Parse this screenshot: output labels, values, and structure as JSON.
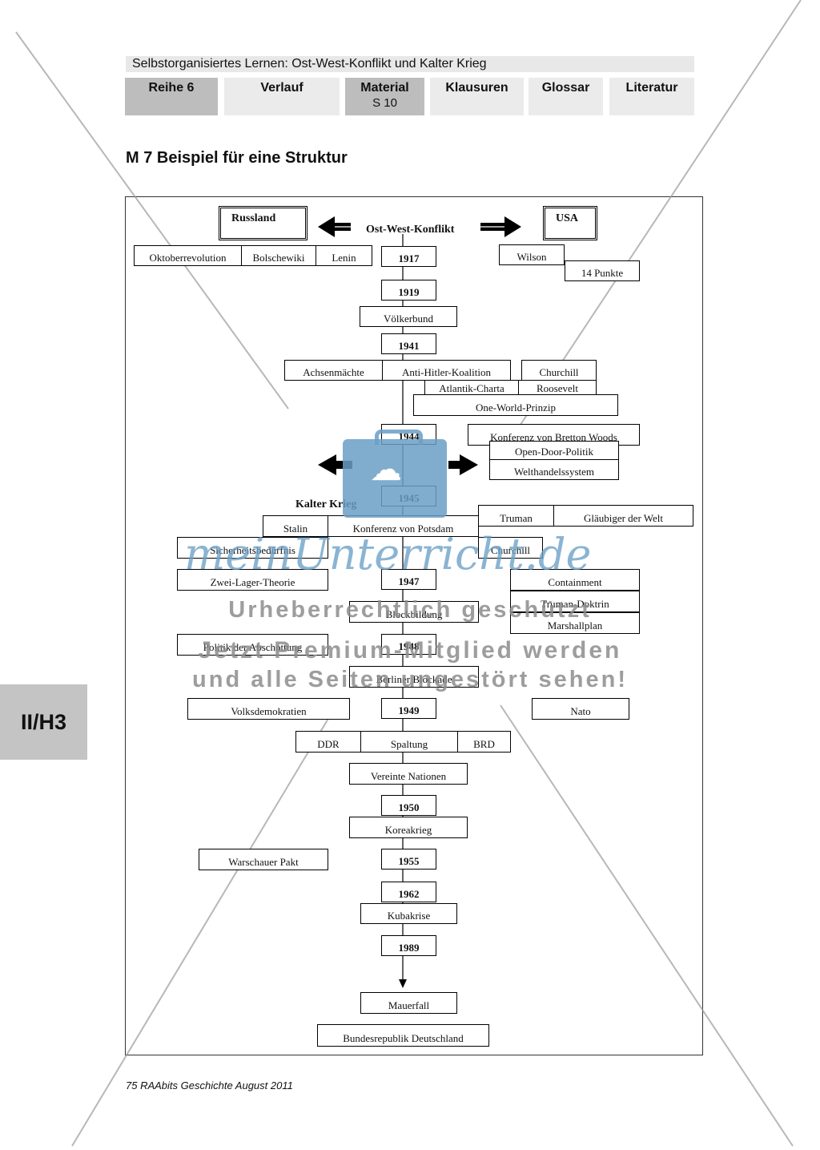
{
  "header": {
    "title": "Selbstorganisiertes Lernen: Ost-West-Konflikt und Kalter Krieg"
  },
  "tabs": [
    {
      "label": "Reihe 6",
      "sub": ""
    },
    {
      "label": "Verlauf",
      "sub": ""
    },
    {
      "label": "Material",
      "sub": "S 10"
    },
    {
      "label": "Klausuren",
      "sub": ""
    },
    {
      "label": "Glossar",
      "sub": ""
    },
    {
      "label": "Literatur",
      "sub": ""
    }
  ],
  "heading": "M 7 Beispiel für eine Struktur",
  "sidebar_tag": "II/H3",
  "footer": "75 RAAbits Geschichte August 2011",
  "diagram": {
    "russland": "Russland",
    "usa": "USA",
    "title_top": "Ost-West-Konflikt",
    "oktoberrevolution": "Oktoberrevolution",
    "bolschewiki": "Bolschewiki",
    "lenin": "Lenin",
    "y1917": "1917",
    "wilson": "Wilson",
    "punkte": "14 Punkte",
    "y1919": "1919",
    "voelkerbund": "Völkerbund",
    "y1941": "1941",
    "achsenmaechte": "Achsenmächte",
    "antihitler": "Anti-Hitler-Koalition",
    "churchill1": "Churchill",
    "atlantik": "Atlantik-Charta",
    "roosevelt": "Roosevelt",
    "oneworld": "One-World-Prinzip",
    "y1944": "1944",
    "bretton": "Konferenz von Bretton Woods",
    "opendoor": "Open-Door-Politik",
    "welthandel": "Welthandelssystem",
    "y1945": "1945",
    "kalterkrieg": "Kalter Krieg",
    "truman": "Truman",
    "glaeubiger": "Gläubiger der Welt",
    "stalin": "Stalin",
    "potsdam": "Konferenz von Potsdam",
    "sicherheit": "Sicherheitsbedürfnis",
    "churchill2": "Churchill",
    "zweilager": "Zwei-Lager-Theorie",
    "y1947": "1947",
    "containment": "Containment",
    "blockbildung": "Blockbildung",
    "trumandoktrin": "Truman-Doktrin",
    "marshall": "Marshallplan",
    "abschottung": "Politik der Abschottung",
    "y1948": "1948",
    "blockade": "Berliner Blockade",
    "volksdemo": "Volksdemokratien",
    "y1949": "1949",
    "nato": "Nato",
    "ddr": "DDR",
    "spaltung": "Spaltung",
    "brd": "BRD",
    "vereinte": "Vereinte Nationen",
    "y1950": "1950",
    "korea": "Koreakrieg",
    "warschau": "Warschauer Pakt",
    "y1955": "1955",
    "y1962": "1962",
    "kuba": "Kubakrise",
    "y1989": "1989",
    "mauerfall": "Mauerfall",
    "brdfull": "Bundesrepublik Deutschland"
  },
  "watermark": {
    "brand": "meinUnterricht.de",
    "line1": "Urheberrechtlich geschützt",
    "line2": "Jetzt Premium-Mitglied werden",
    "line3": "und alle Seiten ungestört sehen!"
  }
}
